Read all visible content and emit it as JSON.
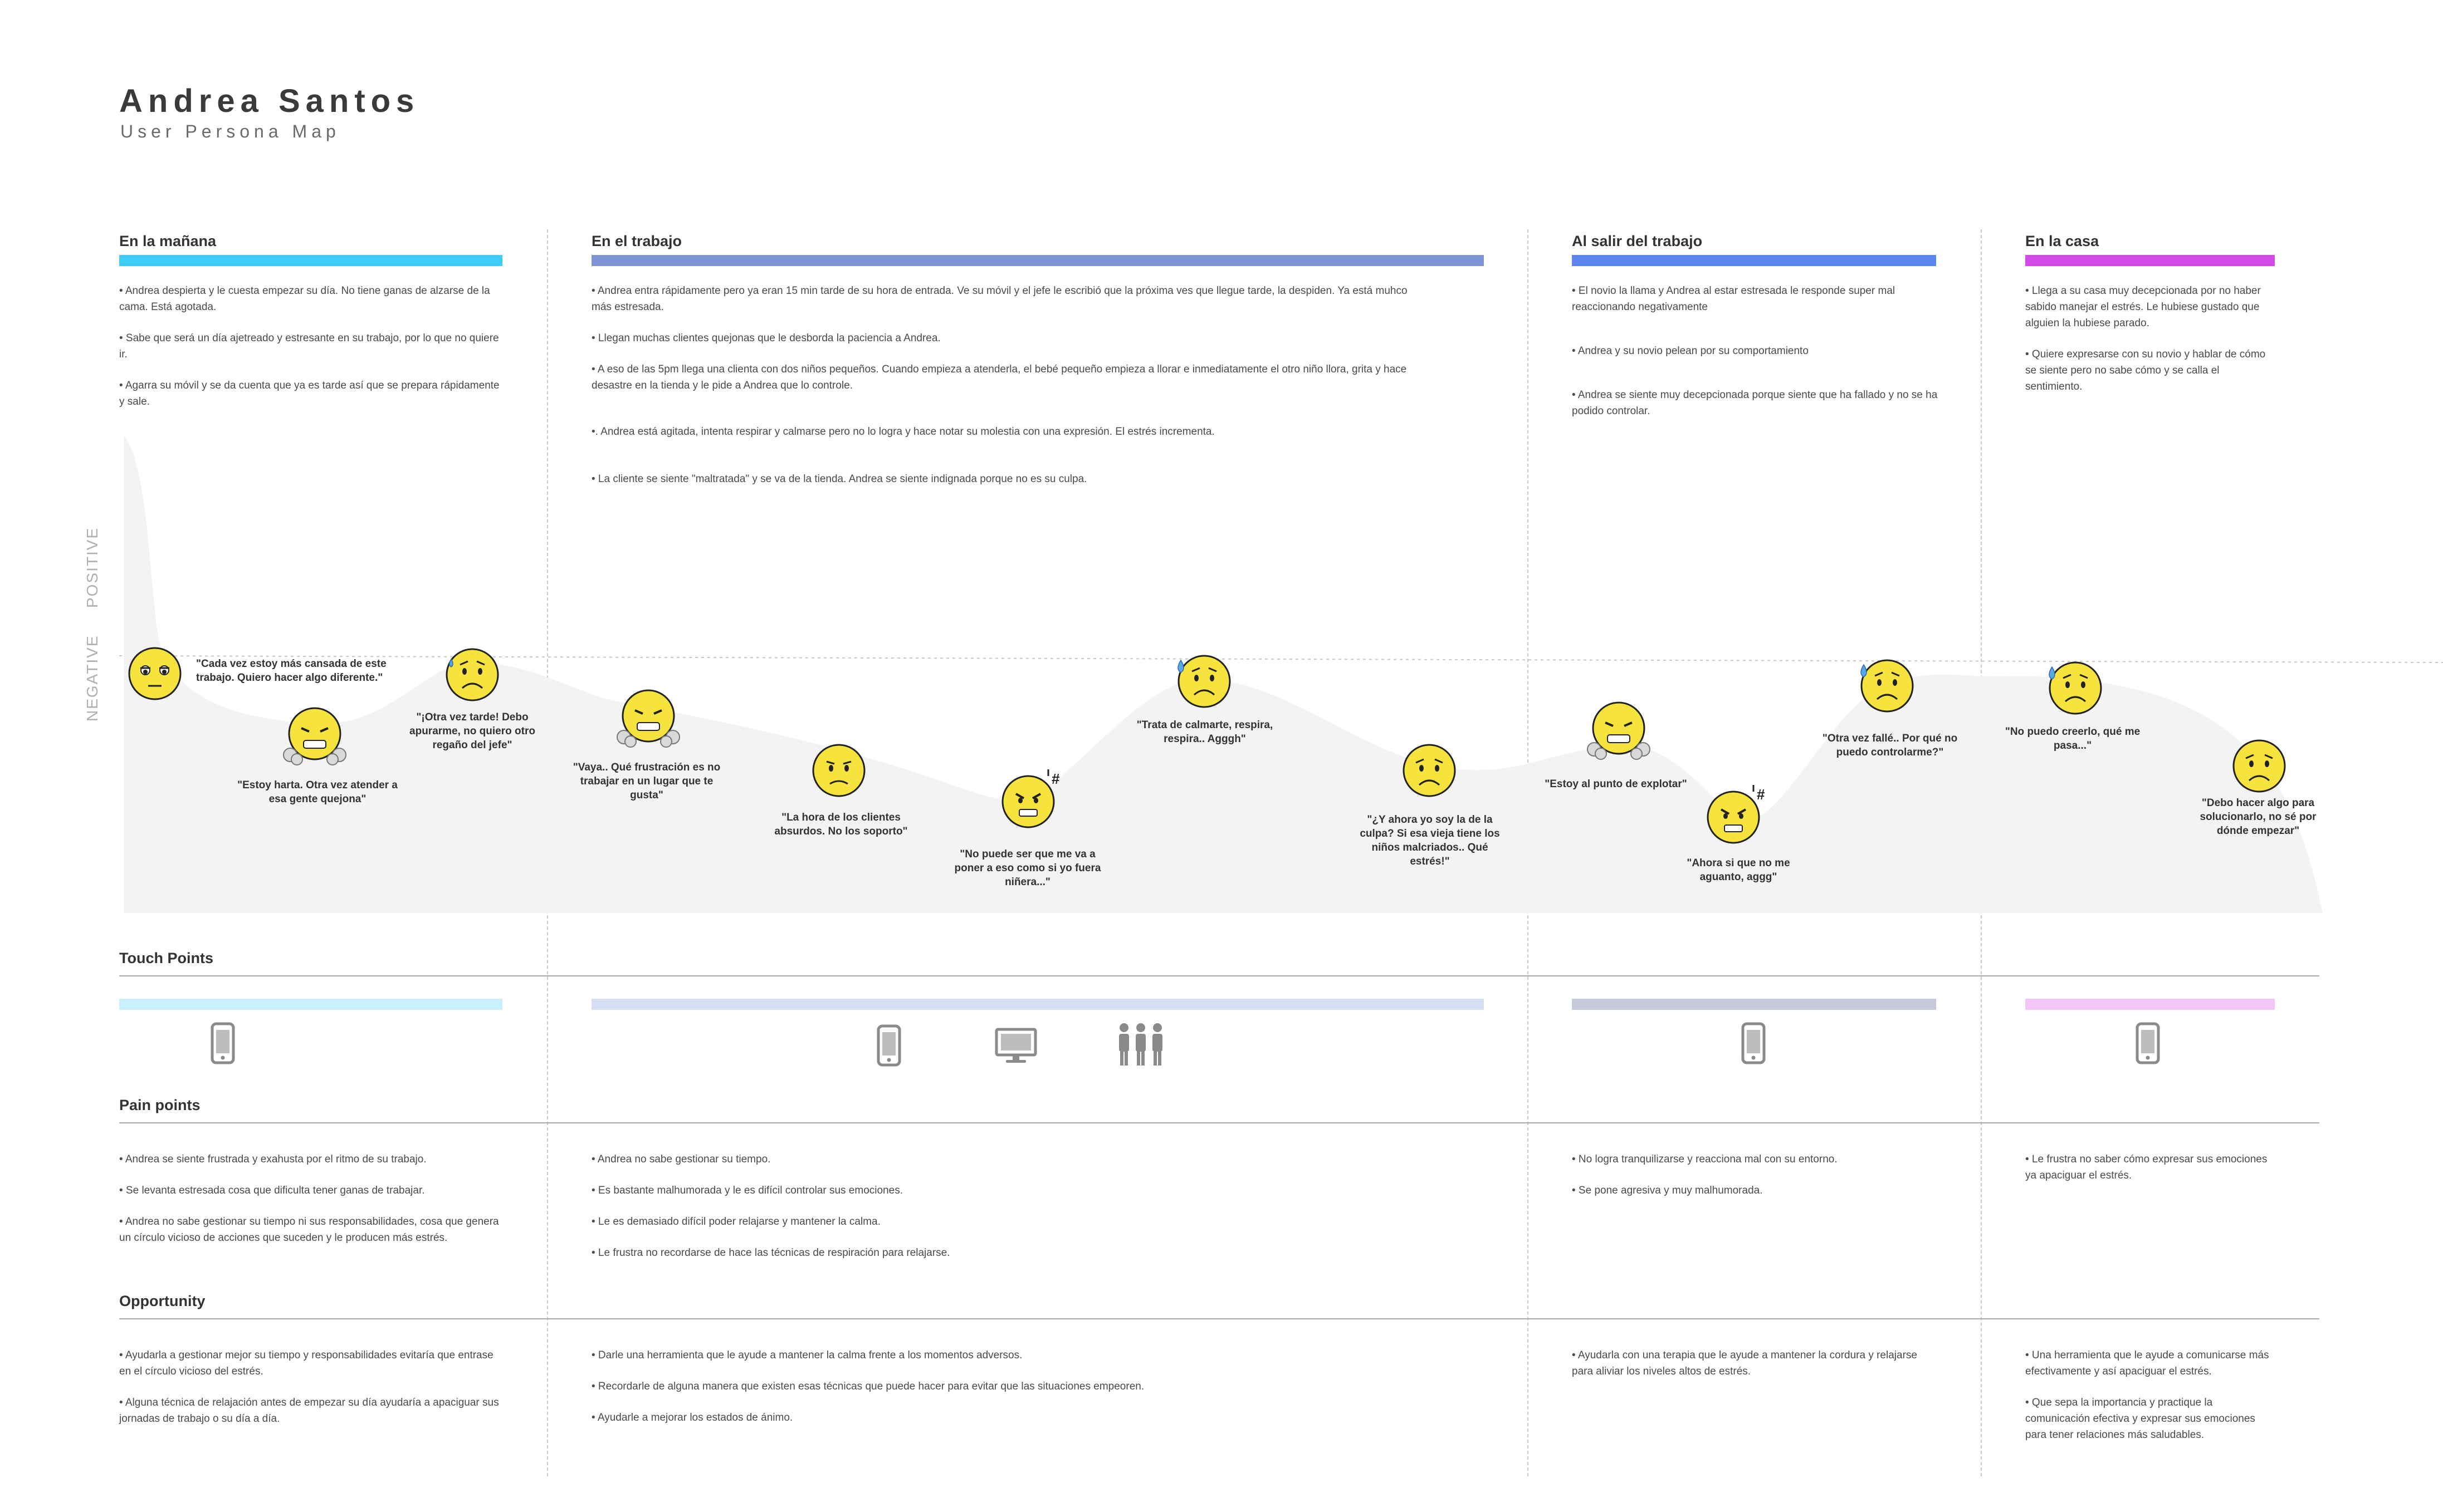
{
  "header": {
    "title": "Andrea Santos",
    "subtitle": "User Persona Map"
  },
  "axis": {
    "positive": "POSITIVE",
    "negative": "NEGATIVE"
  },
  "stages": [
    {
      "title": "En la mañana",
      "color": "#3ecdf5",
      "bullets": [
        "• Andrea despierta y le cuesta empezar su día. No tiene ganas de alzarse de la cama. Está agotada.",
        "• Sabe que será un día ajetreado y estresante en su trabajo, por lo que no quiere ir.",
        "• Agarra su móvil y se da cuenta que ya es tarde así que se prepara rápidamente y sale."
      ]
    },
    {
      "title": "En el trabajo",
      "color": "#7d95d4",
      "bullets": [
        "• Andrea entra rápidamente pero ya eran 15 min tarde de su hora de entrada. Ve su móvil y el jefe le escribió que la próxima ves que llegue tarde, la despiden. Ya está muhco más estresada.",
        "• Llegan muchas clientes quejonas que le desborda la paciencia a Andrea.",
        "• A eso de las 5pm llega una clienta con dos niños pequeños. Cuando empieza a atenderla, el bebé pequeño empieza a llorar e inmediatamente el otro niño llora, grita y hace desastre en la tienda y le pide a Andrea que lo controle.",
        "•. Andrea está agitada, intenta respirar y calmarse pero no lo logra y hace notar su molestia con una expresión. El estrés incrementa.",
        "• La cliente se siente \"maltratada\" y se va de la tienda. Andrea se siente indignada porque no es su culpa."
      ]
    },
    {
      "title": "Al salir del trabajo",
      "color": "#5b86ee",
      "bullets": [
        "• El novio la llama y Andrea al estar estresada le responde super mal reaccionando negativamente",
        "• Andrea y su novio pelean por su comportamiento",
        "• Andrea se siente muy decepcionada porque siente que ha fallado y no se ha podido controlar."
      ]
    },
    {
      "title": "En la casa",
      "color": "#d44ae8",
      "bullets": [
        "• Llega a su casa muy decepcionada por no haber sabido manejar el estrés. Le hubiese gustado que alguien la hubiese parado.",
        "• Quiere expresarse con su novio y hablar de cómo se siente pero no sabe cómo y se calla el sentimiento."
      ]
    }
  ],
  "quotes": [
    "\"Cada vez estoy más cansada de este trabajo. Quiero hacer algo diferente.\"",
    "\"Estoy harta. Otra vez atender a esa gente quejona\"",
    "\"¡Otra vez tarde! Debo apurarme, no quiero otro regaño del jefe\"",
    "\"Vaya.. Qué frustración es no trabajar en un lugar que te gusta\"",
    "\"La hora de los clientes absurdos. No los soporto\"",
    "\"No puede ser que me va a poner a eso como si yo fuera niñera...\"",
    "\"Trata de calmarte, respira, respira.. Agggh\"",
    "\"¿Y ahora yo soy la de la culpa? Si esa vieja tiene los niños malcriados.. Qué estrés!\"",
    "\"Estoy al punto de explotar\"",
    "\"Ahora si que no me aguanto, aggg\"",
    "\"Otra vez fallé.. Por qué no puedo controlarme?\"",
    "\"No puedo creerlo, qué me pasa...\"",
    "\"Debo hacer algo para solucionarlo, no sé por dónde empezar\""
  ],
  "emotions": [
    {
      "name": "tired",
      "color": "#f7e33d"
    },
    {
      "name": "fuming",
      "color": "#f7e33d"
    },
    {
      "name": "worried",
      "color": "#f7e33d"
    },
    {
      "name": "fuming",
      "color": "#f7e33d"
    },
    {
      "name": "annoyed",
      "color": "#f7e33d"
    },
    {
      "name": "angry",
      "color": "#f7e33d"
    },
    {
      "name": "anxious",
      "color": "#f7e33d"
    },
    {
      "name": "sad",
      "color": "#f7e33d"
    },
    {
      "name": "fuming",
      "color": "#f7e33d"
    },
    {
      "name": "angry",
      "color": "#f7e33d"
    },
    {
      "name": "anxious",
      "color": "#f7e33d"
    },
    {
      "name": "anxious",
      "color": "#f7e33d"
    },
    {
      "name": "sad",
      "color": "#f7e33d"
    }
  ],
  "sections": {
    "touch_points": "Touch Points",
    "pain_points": "Pain points",
    "opportunity": "Opportunity"
  },
  "touch_points": [
    {
      "color": "#c9f0fc",
      "icons": [
        "mobile-icon"
      ]
    },
    {
      "color": "#d6def3",
      "icons": [
        "mobile-icon",
        "monitor-icon",
        "people-icon"
      ]
    },
    {
      "color": "#c6c9d9",
      "icons": [
        "mobile-icon"
      ]
    },
    {
      "color": "#f2c6f7",
      "icons": [
        "mobile-icon"
      ]
    }
  ],
  "pain_points": [
    [
      "• Andrea se siente frustrada y exahusta por el ritmo de su trabajo.",
      "• Se levanta estresada cosa que dificulta tener ganas de trabajar.",
      "• Andrea no sabe gestionar su tiempo ni sus responsabilidades, cosa que genera un círculo vicioso de acciones que suceden y le producen más estrés."
    ],
    [
      "• Andrea no sabe gestionar su tiempo.",
      "• Es bastante malhumorada y le es difícil controlar sus emociones.",
      "• Le es demasiado difícil poder relajarse y mantener la calma.",
      "• Le frustra no recordarse de hace las técnicas de respiración para relajarse."
    ],
    [
      "• No logra tranquilizarse y reacciona mal con su entorno.",
      "• Se pone agresiva y muy malhumorada."
    ],
    [
      "• Le frustra no saber cómo expresar sus emociones ya apaciguar el estrés."
    ]
  ],
  "opportunities": [
    [
      "• Ayudarla a gestionar mejor su tiempo y responsabilidades evitaría que entrase en el círculo vicioso del estrés.",
      "• Alguna técnica de relajación antes de empezar su día ayudaría a apaciguar sus jornadas de trabajo o su día a día."
    ],
    [
      "• Darle una herramienta que le ayude a mantener la calma frente a los momentos adversos.",
      "• Recordarle de alguna manera que existen esas técnicas que puede hacer para evitar que las situaciones empeoren.",
      "• Ayudarle a mejorar los estados de ánimo."
    ],
    [
      "• Ayudarla con una terapia que le ayude a mantener la cordura y relajarse para aliviar los niveles altos de estrés."
    ],
    [
      "• Una herramienta que le ayude a comunicarse más efectivamente y así apaciguar el estrés.",
      "• Que sepa la importancia y practique la comunicación efectiva y expresar sus emociones para tener relaciones más saludables."
    ]
  ]
}
